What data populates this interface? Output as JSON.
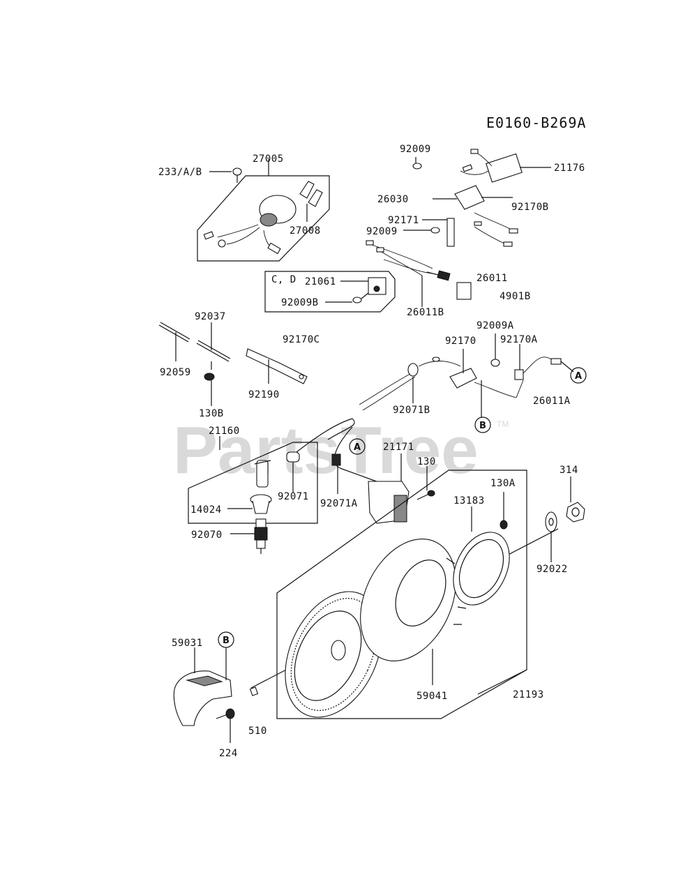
{
  "diagram_code": "E0160-B269A",
  "watermark": {
    "text": "PartsTree",
    "tm": "TM"
  },
  "parts": {
    "p27005": "27005",
    "p233AB": "233/A/B",
    "p27008": "27008",
    "p92009_top": "92009",
    "p26030": "26030",
    "p21176": "21176",
    "p92170B": "92170B",
    "p92171": "92171",
    "p92009_mid": "92009",
    "pCD": "C, D",
    "p21061": "21061",
    "p92009B": "92009B",
    "p26011": "26011",
    "p4901B": "4901B",
    "p26011B": "26011B",
    "p92037": "92037",
    "p92170C": "92170C",
    "p92059": "92059",
    "p130B": "130B",
    "p92190": "92190",
    "p92009A": "92009A",
    "p92170": "92170",
    "p92170A": "92170A",
    "p92071B": "92071B",
    "p26011A": "26011A",
    "p21160": "21160",
    "p21171": "21171",
    "p130": "130",
    "p92071": "92071",
    "p92071A": "92071A",
    "p14024": "14024",
    "p314": "314",
    "p130A": "130A",
    "p13183": "13183",
    "p92070": "92070",
    "p92022": "92022",
    "p59031": "59031",
    "p59041": "59041",
    "p21193": "21193",
    "p510": "510",
    "p224": "224"
  },
  "callouts": {
    "A": "A",
    "B": "B"
  }
}
